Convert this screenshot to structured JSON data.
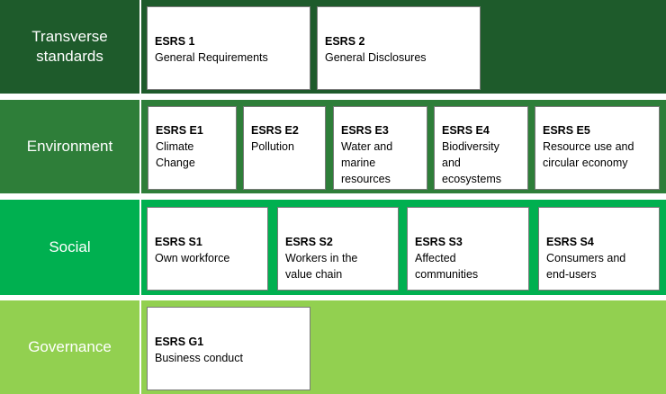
{
  "colors": {
    "transverse": "#1e5b2b",
    "environment": "#2e7e39",
    "social": "#00b050",
    "governance": "#92d050"
  },
  "rows": [
    {
      "label_lines": [
        "Transverse",
        "standards"
      ],
      "items": [
        {
          "code": "ESRS 1",
          "name_lines": [
            "General Requirements"
          ]
        },
        {
          "code": "ESRS 2",
          "name_lines": [
            "General Disclosures"
          ]
        }
      ]
    },
    {
      "label_lines": [
        "Environment"
      ],
      "items": [
        {
          "code": "ESRS E1",
          "name_lines": [
            "Climate",
            "Change"
          ]
        },
        {
          "code": "ESRS E2",
          "name_lines": [
            "Pollution"
          ]
        },
        {
          "code": "ESRS E3",
          "name_lines": [
            "Water and",
            "marine",
            "resources"
          ]
        },
        {
          "code": "ESRS E4",
          "name_lines": [
            "Biodiversity",
            "and",
            "ecosystems"
          ]
        },
        {
          "code": "ESRS E5",
          "name_lines": [
            "Resource use and",
            "circular economy"
          ]
        }
      ]
    },
    {
      "label_lines": [
        "Social"
      ],
      "items": [
        {
          "code": "ESRS S1",
          "name_lines": [
            "Own workforce"
          ]
        },
        {
          "code": "ESRS S2",
          "name_lines": [
            "Workers in the",
            "value chain"
          ]
        },
        {
          "code": "ESRS S3",
          "name_lines": [
            "Affected",
            "communities"
          ]
        },
        {
          "code": "ESRS S4",
          "name_lines": [
            "Consumers and",
            "end-users"
          ]
        }
      ]
    },
    {
      "label_lines": [
        "Governance"
      ],
      "items": [
        {
          "code": "ESRS G1",
          "name_lines": [
            "Business conduct"
          ]
        }
      ]
    }
  ]
}
